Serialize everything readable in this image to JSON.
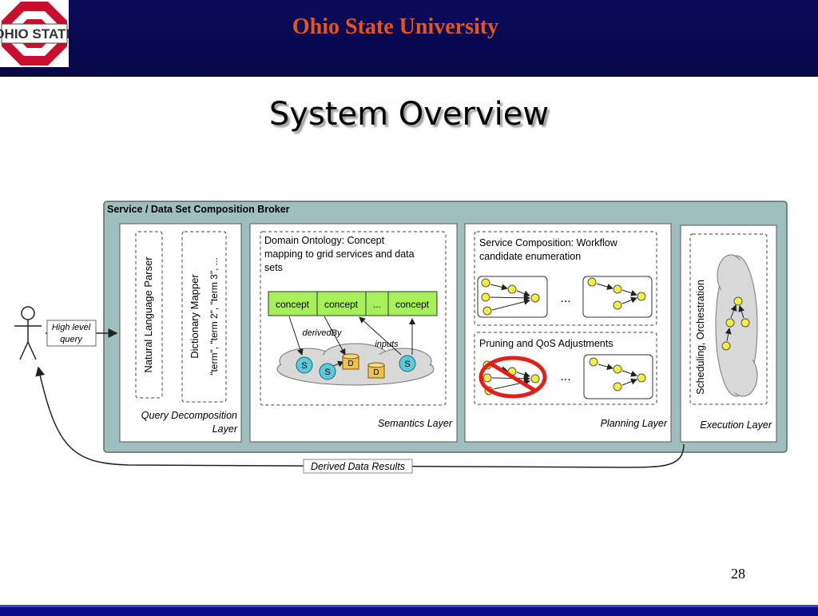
{
  "header": {
    "title": "Ohio State University",
    "logo_text": "OHIO STATE"
  },
  "slide": {
    "title": "System Overview",
    "page_number": "28"
  },
  "diagram": {
    "broker_title": "Service / Data Set Composition Broker",
    "user_query_label_1": "High level",
    "user_query_label_2": "query",
    "query_decomposition": {
      "box1": "Natural Language Parser",
      "box2_title": "Dictionary Mapper",
      "box2_terms": "\"term\", \"term 2\", \"term 3\", ...",
      "layer_label_1": "Query Decomposition",
      "layer_label_2": "Layer"
    },
    "semantics": {
      "heading_1": "Domain Ontology: Concept",
      "heading_2": "mapping to grid services and data",
      "heading_3": "sets",
      "concepts": [
        "concept",
        "concept",
        "...",
        "concept"
      ],
      "derived_by": "derivedBy",
      "inputs": "inputs",
      "service_letter": "S",
      "data_letter": "D",
      "layer_label": "Semantics Layer"
    },
    "planning": {
      "composition_1": "Service Composition: Workflow",
      "composition_2": "candidate enumeration",
      "ellipsis": "...",
      "pruning": "Pruning and  QoS Adjustments",
      "layer_label": "Planning Layer"
    },
    "execution": {
      "vertical_label": "Scheduling, Orchestration",
      "layer_label": "Execution Layer"
    },
    "results_label": "Derived Data Results",
    "colors": {
      "broker_fill": "#9fbfbf",
      "concept_fill": "#a6f05a",
      "node_fill": "#f5f03a",
      "service_fill": "#5cc8d8",
      "data_fill": "#f0c050",
      "prohibit_red": "#e0201a"
    }
  }
}
